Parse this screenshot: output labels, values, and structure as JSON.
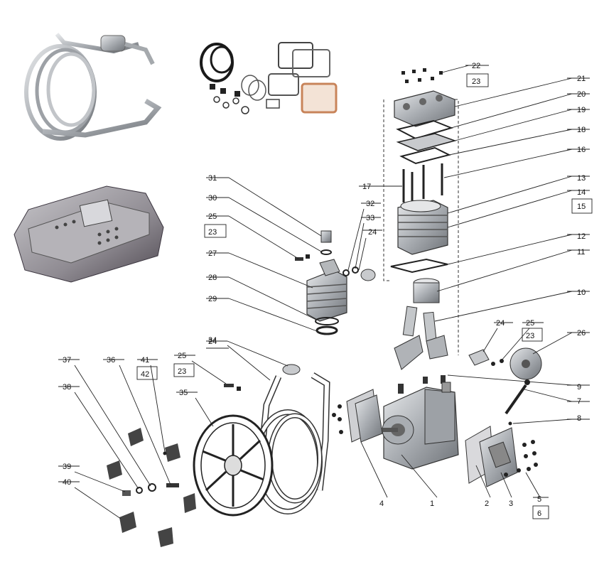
{
  "colors": {
    "line": "#222222",
    "metal": "#b9bcc0",
    "metal_dark": "#6e7277",
    "gasket": "#8a6a4a",
    "copper": "#c8845a",
    "plate": "#d9d9dc",
    "ring": "#1a1a1a"
  },
  "callouts": [
    {
      "id": "c1",
      "label": "1"
    },
    {
      "id": "c2",
      "label": "2"
    },
    {
      "id": "c3",
      "label": "3"
    },
    {
      "id": "c4",
      "label": "4"
    },
    {
      "id": "c5",
      "label": "5"
    },
    {
      "id": "c6",
      "label": "6"
    },
    {
      "id": "c7",
      "label": "7"
    },
    {
      "id": "c8",
      "label": "8"
    },
    {
      "id": "c9",
      "label": "9"
    },
    {
      "id": "c10",
      "label": "10"
    },
    {
      "id": "c11",
      "label": "11"
    },
    {
      "id": "c12",
      "label": "12"
    },
    {
      "id": "c13",
      "label": "13"
    },
    {
      "id": "c14",
      "label": "14"
    },
    {
      "id": "c15",
      "label": "15"
    },
    {
      "id": "c16",
      "label": "16"
    },
    {
      "id": "c17",
      "label": "17"
    },
    {
      "id": "c18",
      "label": "18"
    },
    {
      "id": "c19",
      "label": "19"
    },
    {
      "id": "c20",
      "label": "20"
    },
    {
      "id": "c21",
      "label": "21"
    },
    {
      "id": "c22",
      "label": "22"
    },
    {
      "id": "c23a",
      "label": "23"
    },
    {
      "id": "c24a",
      "label": "24"
    },
    {
      "id": "c24b",
      "label": "24"
    },
    {
      "id": "c24c",
      "label": "24"
    },
    {
      "id": "c25a",
      "label": "25"
    },
    {
      "id": "c23b",
      "label": "23"
    },
    {
      "id": "c25b",
      "label": "25"
    },
    {
      "id": "c23c",
      "label": "23"
    },
    {
      "id": "c25c",
      "label": "25"
    },
    {
      "id": "c23d",
      "label": "23"
    },
    {
      "id": "c26",
      "label": "26"
    },
    {
      "id": "c27",
      "label": "27"
    },
    {
      "id": "c28",
      "label": "28"
    },
    {
      "id": "c29",
      "label": "29"
    },
    {
      "id": "c30",
      "label": "30"
    },
    {
      "id": "c31",
      "label": "31"
    },
    {
      "id": "c32",
      "label": "32"
    },
    {
      "id": "c33",
      "label": "33"
    },
    {
      "id": "c34",
      "label": "34"
    },
    {
      "id": "c35",
      "label": "35"
    },
    {
      "id": "c36",
      "label": "36"
    },
    {
      "id": "c37",
      "label": "37"
    },
    {
      "id": "c38",
      "label": "38"
    },
    {
      "id": "c39",
      "label": "39"
    },
    {
      "id": "c40",
      "label": "40"
    },
    {
      "id": "c41",
      "label": "41"
    },
    {
      "id": "c42",
      "label": "42"
    }
  ]
}
